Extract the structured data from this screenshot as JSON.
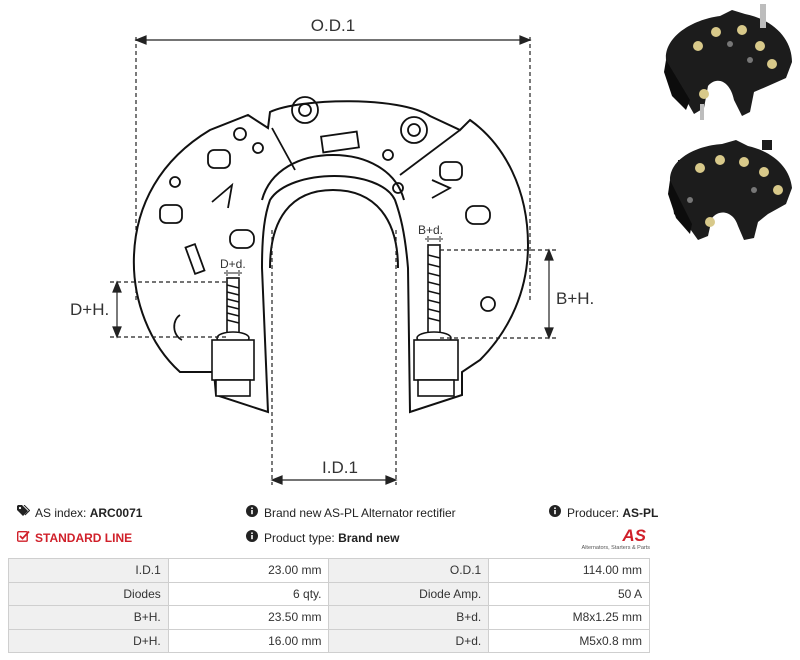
{
  "dimensions": {
    "od_label": "O.D.1",
    "id_label": "I.D.1",
    "bh_label": "B+H.",
    "dh_label": "D+H.",
    "bd_label": "B+d.",
    "dd_label": "D+d."
  },
  "info": {
    "as_index_label": "AS index:",
    "as_index_value": "ARC0071",
    "line_label": "STANDARD LINE",
    "description": "Brand new AS-PL Alternator rectifier",
    "product_type_label": "Product type:",
    "product_type_value": "Brand new",
    "producer_label": "Producer:",
    "producer_value": "AS-PL"
  },
  "logo": {
    "mark": "AS",
    "tagline": "Alternators, Starters & Parts"
  },
  "specs": [
    {
      "label1": "I.D.1",
      "value1": "23.00 mm",
      "label2": "O.D.1",
      "value2": "114.00 mm"
    },
    {
      "label1": "Diodes",
      "value1": "6 qty.",
      "label2": "Diode Amp.",
      "value2": "50 A"
    },
    {
      "label1": "B+H.",
      "value1": "23.50 mm",
      "label2": "B+d.",
      "value2": "M8x1.25 mm"
    },
    {
      "label1": "D+H.",
      "value1": "16.00 mm",
      "label2": "D+d.",
      "value2": "M5x0.8 mm"
    }
  ],
  "icons": {
    "tag": "tag-icon",
    "check": "check-square-icon",
    "info": "info-circle-icon"
  },
  "colors": {
    "accent_red": "#d0202a",
    "table_label_bg": "#f0f0f0",
    "table_border": "#cfcfcf"
  }
}
